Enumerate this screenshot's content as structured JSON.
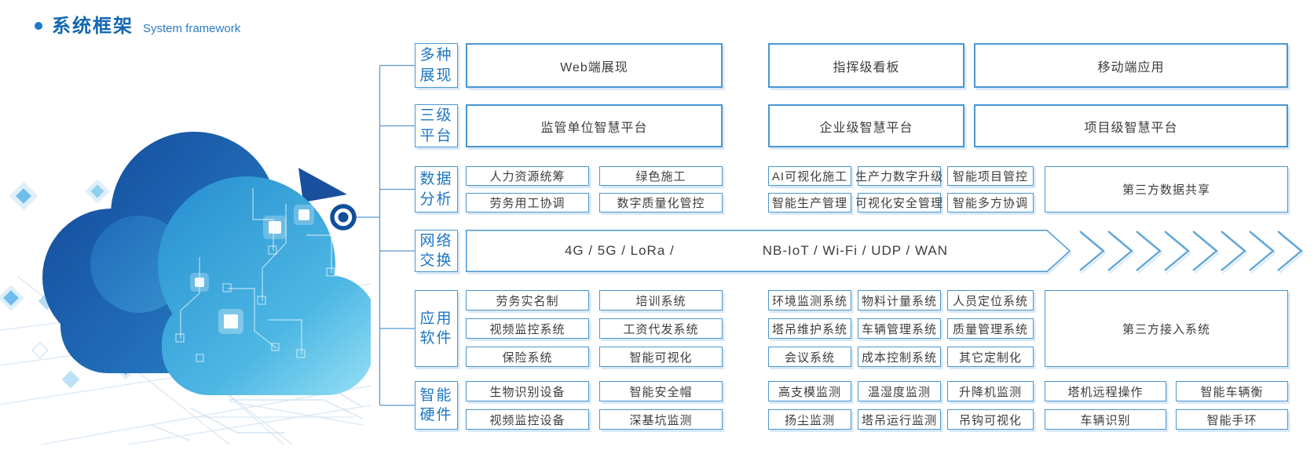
{
  "title": {
    "bullet": "•",
    "zh": "系统框架",
    "en": "System framework"
  },
  "colors": {
    "title_blue": "#1467b2",
    "label_blue": "#1d76c4",
    "box_border": "#4a97d2",
    "box_text": "#3d3d3d",
    "connector_line": "#5b9bd0",
    "hub_node": "#0f4f9c",
    "chevron": "#5fa5d8",
    "cloud_dark": "#1553a5",
    "cloud_light": "#9ae2f4"
  },
  "icons": {
    "hub_node": "hub-node-icon",
    "flow_chevrons": "flow-chevrons-icon",
    "cloud": "cloud-illustration"
  },
  "framework": {
    "rows": [
      {
        "key": "display",
        "label_lines": [
          "多种",
          "展现"
        ],
        "boxes": [
          "Web端展现",
          "指挥级看板",
          "移动端应用"
        ]
      },
      {
        "key": "platforms",
        "label_lines": [
          "三级",
          "平台"
        ],
        "boxes": [
          "监管单位智慧平台",
          "企业级智慧平台",
          "项目级智慧平台"
        ]
      },
      {
        "key": "data-analysis",
        "label_lines": [
          "数据",
          "分析"
        ],
        "lines": [
          [
            "人力资源统筹",
            "绿色施工",
            "AI可视化施工",
            "生产力数字升级",
            "智能项目管控"
          ],
          [
            "劳务用工协调",
            "数字质量化管控",
            "智能生产管理",
            "可视化安全管理",
            "智能多方协调"
          ]
        ],
        "wide_box": "第三方数据共享"
      },
      {
        "key": "network",
        "label_lines": [
          "网络",
          "交换"
        ],
        "text_left": "4G / 5G / LoRa /",
        "text_right": "NB-IoT / Wi-Fi / UDP / WAN"
      },
      {
        "key": "applications",
        "label_lines": [
          "应用",
          "软件"
        ],
        "lines": [
          [
            "劳务实名制",
            "培训系统",
            "环境监测系统",
            "物料计量系统",
            "人员定位系统"
          ],
          [
            "视频监控系统",
            "工资代发系统",
            "塔吊维护系统",
            "车辆管理系统",
            "质量管理系统"
          ],
          [
            "保险系统",
            "智能可视化",
            "会议系统",
            "成本控制系统",
            "其它定制化"
          ]
        ],
        "wide_box": "第三方接入系统"
      },
      {
        "key": "hardware",
        "label_lines": [
          "智能",
          "硬件"
        ],
        "lines": [
          [
            "生物识别设备",
            "智能安全帽",
            "高支模监测",
            "温湿度监测",
            "升降机监测",
            "塔机远程操作",
            "智能车辆衡"
          ],
          [
            "视频监控设备",
            "深基坑监测",
            "扬尘监测",
            "塔吊运行监测",
            "吊钩可视化",
            "车辆识别",
            "智能手环"
          ]
        ]
      }
    ]
  }
}
